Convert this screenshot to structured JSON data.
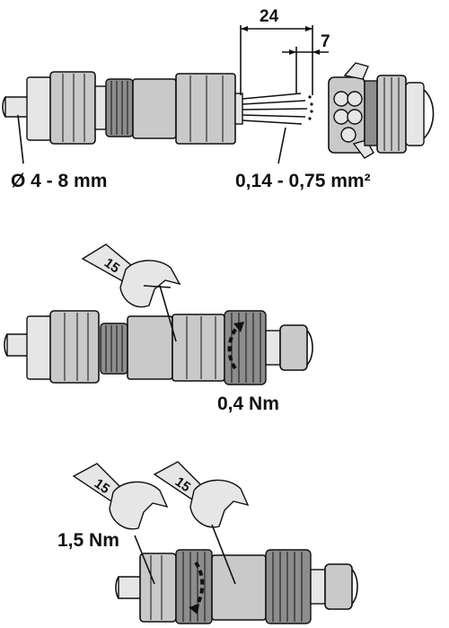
{
  "step1": {
    "dimension_strip": "24",
    "dimension_wire": "7",
    "cable_diameter": "Ø 4 - 8 mm",
    "wire_cross_section": "0,14 - 0,75 mm²"
  },
  "step2": {
    "wrench_size": "15",
    "torque": "0,4 Nm"
  },
  "step3": {
    "wrench_left_size": "15",
    "wrench_right_size": "15",
    "torque": "1,5 Nm"
  }
}
